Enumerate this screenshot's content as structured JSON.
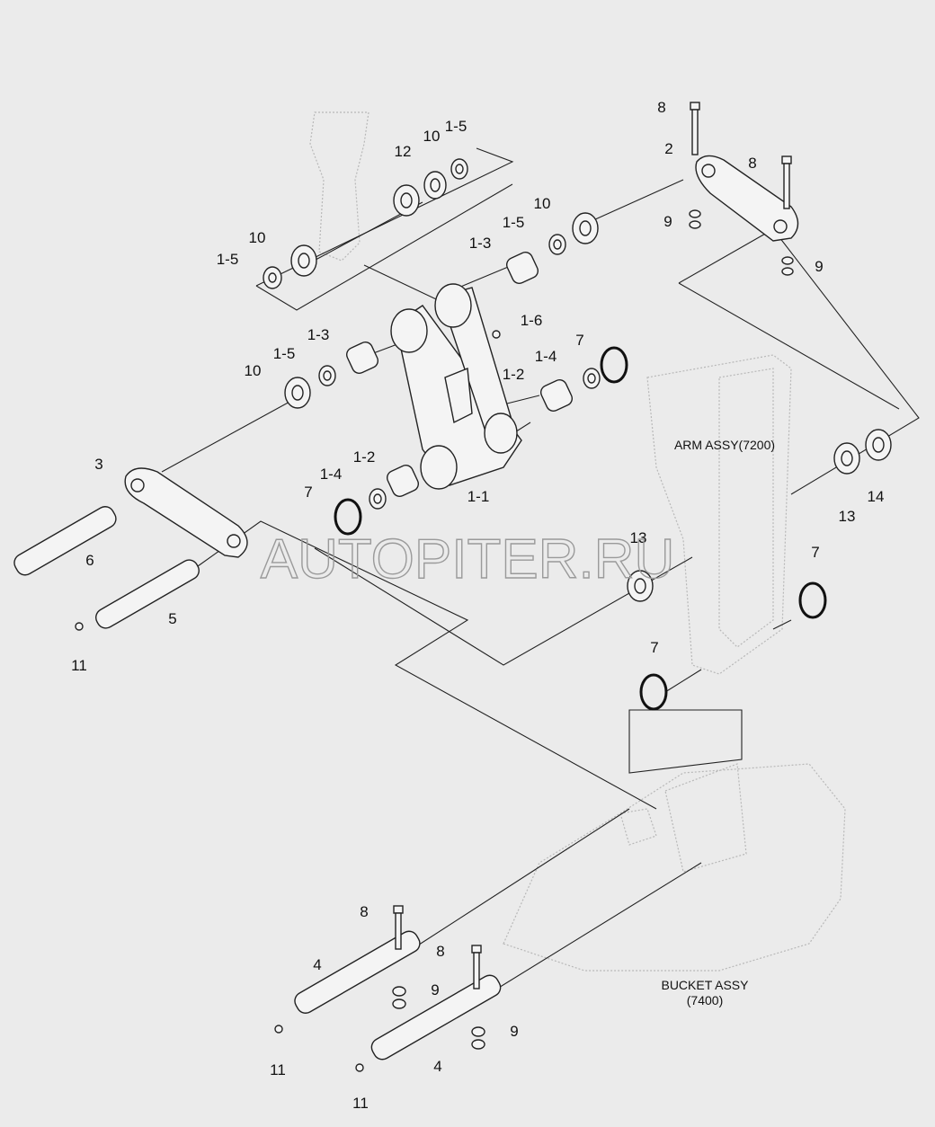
{
  "title": "Bucket link parts diagram",
  "watermark": "AUTOPITER.RU",
  "assemblies": {
    "arm": "ARM ASSY(7200)",
    "bucket_line1": "BUCKET ASSY",
    "bucket_line2": "(7400)"
  },
  "callouts": [
    "8",
    "2",
    "8",
    "10",
    "9",
    "9",
    "12",
    "10",
    "1-5",
    "10",
    "1-5",
    "1-3",
    "1-5",
    "1-6",
    "1-3",
    "1-5",
    "10",
    "7",
    "1-4",
    "1-2",
    "3",
    "1-2",
    "1-4",
    "7",
    "1-1",
    "6",
    "5",
    "11",
    "13",
    "7",
    "13",
    "14",
    "7",
    "8",
    "8",
    "4",
    "9",
    "9",
    "11",
    "4",
    "11"
  ]
}
